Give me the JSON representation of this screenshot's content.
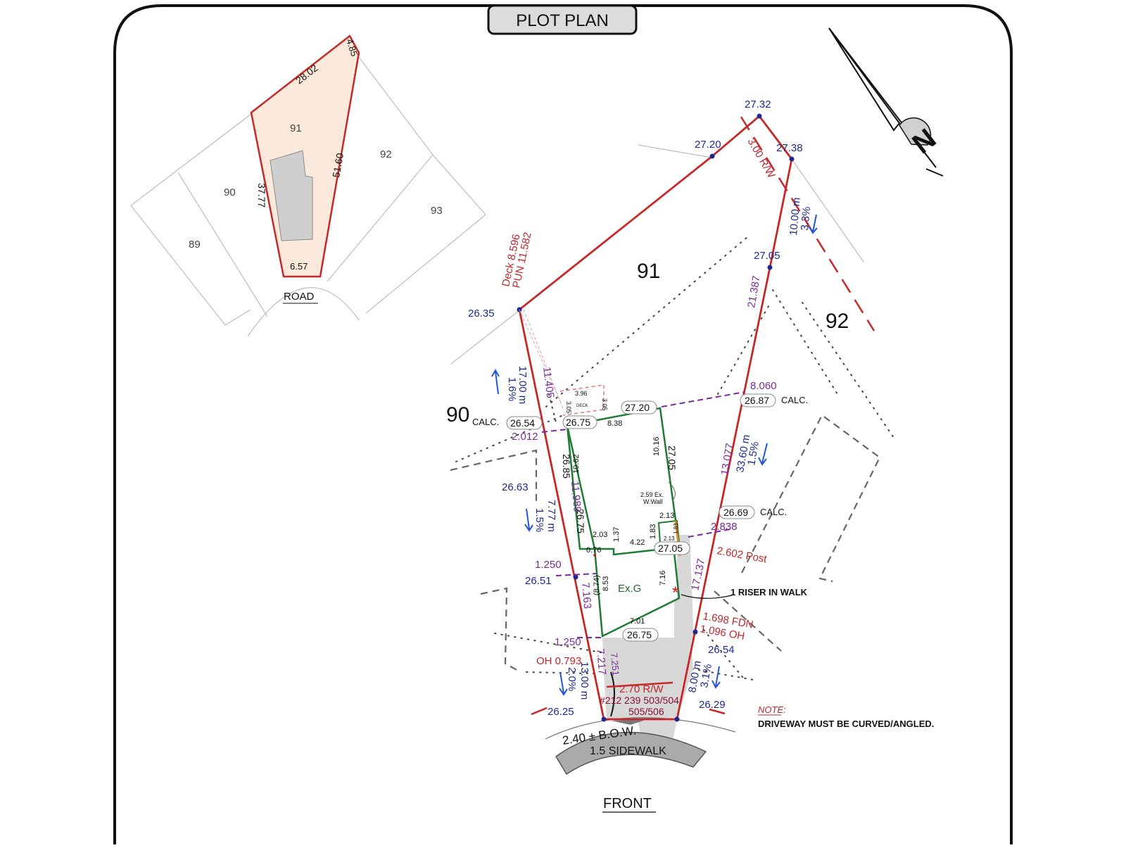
{
  "colors": {
    "frame": "#111111",
    "property_line": "#c62828",
    "building": "#1e7b34",
    "elevation": "#1c2a8f",
    "setback": "#7a2a9a",
    "key_lot_fill": "#fbe9dc",
    "driveway": "#d8d8d8",
    "house_footprint": "#cfcfcf"
  },
  "header": {
    "title": "PLOT PLAN"
  },
  "key_map": {
    "road_label": "ROAD",
    "lots": [
      "89",
      "90",
      "91",
      "92",
      "93"
    ],
    "dims": {
      "top": "28.02",
      "right_short": "4.85",
      "east": "51.60",
      "west": "37.77",
      "front": "6.57"
    }
  },
  "lot_labels": {
    "main": "91",
    "north": "92",
    "south": "90"
  },
  "elevations": {
    "e_2732": "27.32",
    "e_2720": "27.20",
    "e_2738": "27.38",
    "e_2705a": "27.05",
    "e_2635": "26.35",
    "e_2687": "26.87",
    "e_2654": "26.54",
    "e_2675a": "26.75",
    "e_2720b": "27.20",
    "e_2663": "26.63",
    "e_2685": "26.85",
    "e_2705b": "27.05",
    "e_2675b": "26.75",
    "e_2669": "26.69",
    "e_2705c": "27.05",
    "e_2651": "26.51",
    "e_2675c": "26.75",
    "e_2654b": "26.54",
    "e_2625": "26.25",
    "e_2629": "26.29"
  },
  "calc_label": "CALC.",
  "setbacks": {
    "s_11405": "11.405",
    "s_8060": "8.060",
    "s_2012": "2.012",
    "s_21387": "21.387",
    "s_11989": "11.989",
    "s_13077": "13.077",
    "s_2838": "2.838",
    "s_1250a": "1.250",
    "s_7163": "7.163",
    "s_17137": "17.137",
    "s_1250b": "1.250",
    "s_7217": "7.217"
  },
  "slopes": {
    "sl_1": "17.00 m",
    "sl_1p": "1.6%",
    "sl_2": "10.00 m",
    "sl_2p": "3.3%",
    "sl_3": "33.60 m",
    "sl_3p": "1.5%",
    "sl_4": "7.77 m",
    "sl_4p": "1.5%",
    "sl_5": "13.00 m",
    "sl_5p": "2.0%",
    "sl_6": "8.00 m",
    "sl_6p": "3.1%"
  },
  "red_notes": {
    "rw_top": "3.00 R/W",
    "deck_a": "Deck 8.596",
    "deck_b": "PUN 11.582",
    "post": "2.602 Post",
    "fdn": "1.698 FDN",
    "oh_a": "1.096 OH",
    "oh_b": "OH 0.793",
    "rw_front": "2.70 R/W"
  },
  "building": {
    "dims": {
      "d_838": "8.38",
      "d_1016": "10.16",
      "d_1062": "10.62",
      "d_213a": "2.13",
      "d_183a": "1.83",
      "d_183b": "1.83",
      "d_213b": "2.13",
      "d_203": "2.03",
      "d_137": "1.37",
      "d_422": "4.22",
      "d_076": "0.76",
      "d_874": "(8.74)",
      "d_853": "8.53",
      "d_716": "7.16",
      "d_701": "7.01",
      "d_7251": "7.251",
      "d_396": "3.96",
      "d_305a": "3.05",
      "d_305b": "3.05"
    },
    "garage_label": "Ex.G",
    "deck_label": "DECK",
    "wall_note_a": "2.59 Ex.",
    "wall_note_b": "W.Wall"
  },
  "service": {
    "line_a": "#212 239 503/504",
    "line_b": "505/506"
  },
  "riser_note": "1 RISER IN WALK",
  "note": {
    "heading": "NOTE:",
    "body": "DRIVEWAY MUST BE CURVED/ANGLED."
  },
  "bow": "2.40 ± B.O.W.",
  "sidewalk": "1.5 SIDEWALK",
  "front_label": "FRONT",
  "north_arrow": "N"
}
